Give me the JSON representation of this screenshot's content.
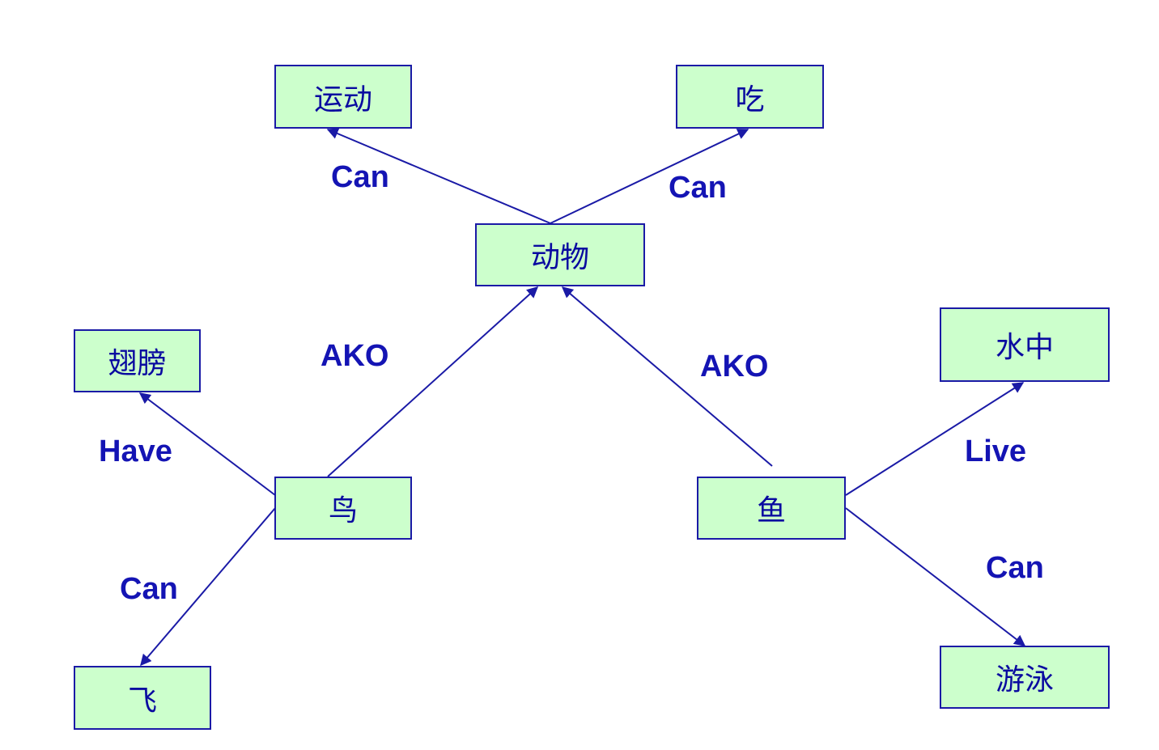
{
  "colors": {
    "node_fill": "#ccffcc",
    "node_border": "#1a1aa6",
    "node_text": "#0a0aa0",
    "edge": "#1a1aa6",
    "label": "#1414b4",
    "title_fragment": "#ff0000"
  },
  "nodes": {
    "yundong": "运动",
    "chi": "吃",
    "dongwu": "动物",
    "chibang": "翅膀",
    "shuizhong": "水中",
    "niao": "鸟",
    "yu": "鱼",
    "fei": "飞",
    "youyong": "游泳"
  },
  "edge_labels": {
    "dongwu_yundong": "Can",
    "dongwu_chi": "Can",
    "niao_dongwu": "AKO",
    "yu_dongwu": "AKO",
    "niao_chibang": "Have",
    "niao_fei": "Can",
    "yu_shuizhong": "Live",
    "yu_youyong": "Can"
  }
}
